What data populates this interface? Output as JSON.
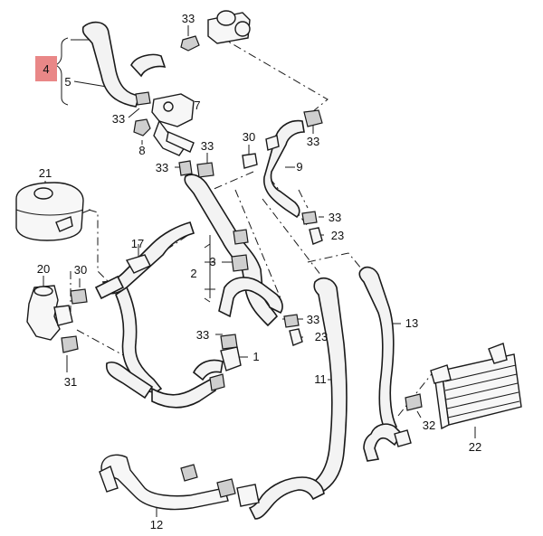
{
  "labels": {
    "l1": "1",
    "l2": "2",
    "l3": "3",
    "l4": "4",
    "l5": "5",
    "l7": "7",
    "l8": "8",
    "l9": "9",
    "l11": "11",
    "l12": "12",
    "l13": "13",
    "l17": "17",
    "l20": "20",
    "l21": "21",
    "l22": "22",
    "l23a": "23",
    "l23b": "23",
    "l30a": "30",
    "l30b": "30",
    "l31": "31",
    "l32": "32",
    "l33a": "33",
    "l33b": "33",
    "l33c": "33",
    "l33d": "33",
    "l33e": "33",
    "l33f": "33",
    "l33g": "33",
    "l33h": "33"
  },
  "highlight": {
    "part": "4",
    "color": "#e98787"
  }
}
